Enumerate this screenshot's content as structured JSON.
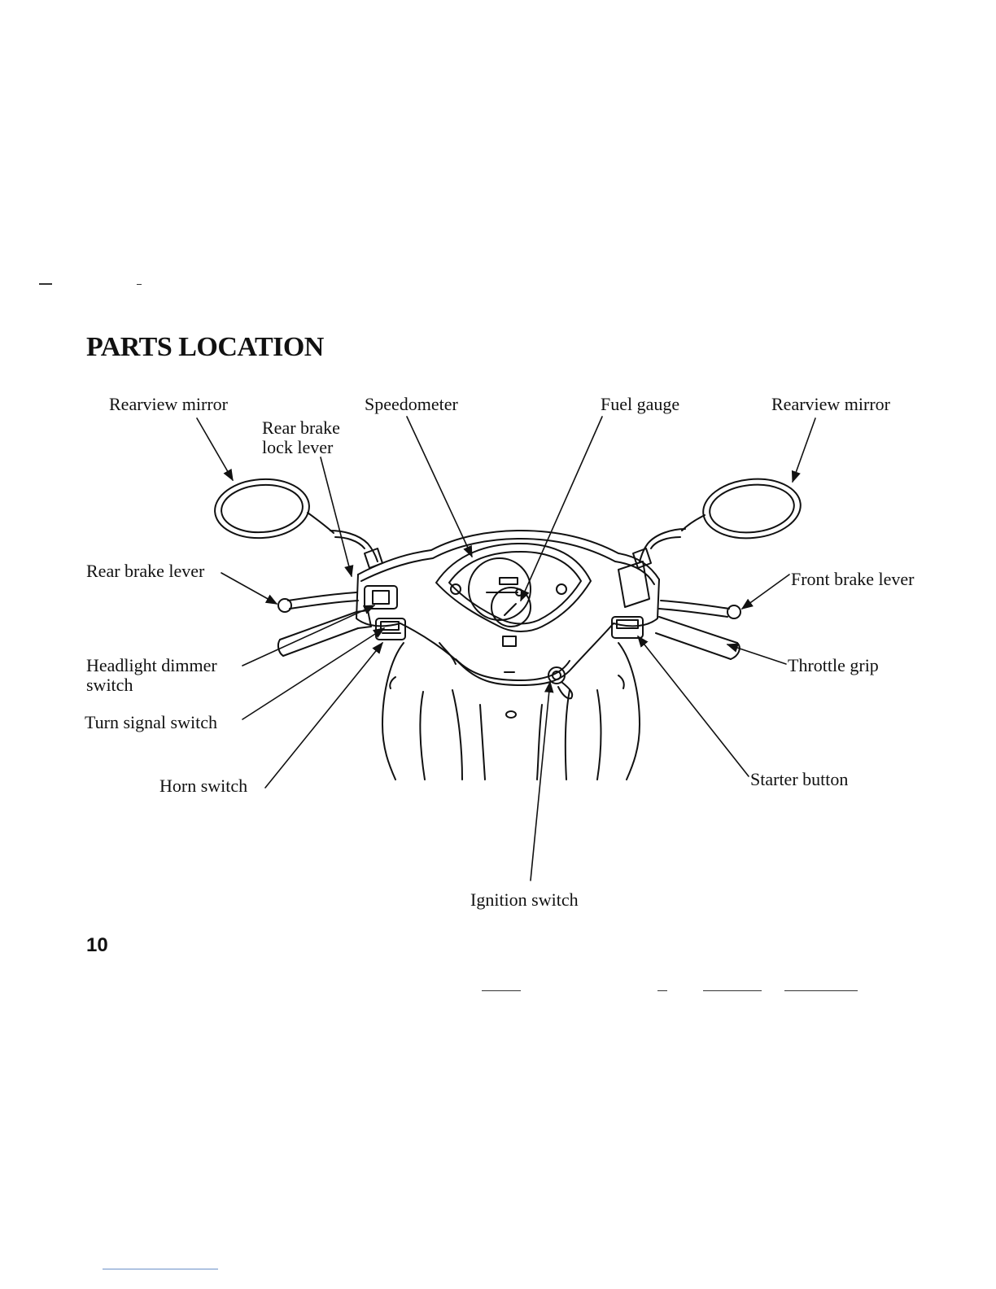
{
  "page": {
    "title": "PARTS LOCATION",
    "page_number": "10"
  },
  "labels": {
    "rearview_mirror_left": "Rearview mirror",
    "rear_brake_lock_lever": "Rear brake\nlock lever",
    "speedometer": "Speedometer",
    "fuel_gauge": "Fuel gauge",
    "rearview_mirror_right": "Rearview mirror",
    "rear_brake_lever": "Rear brake lever",
    "front_brake_lever": "Front brake lever",
    "headlight_dimmer_switch": "Headlight dimmer\nswitch",
    "throttle_grip": "Throttle grip",
    "turn_signal_switch": "Turn signal switch",
    "horn_switch": "Horn switch",
    "starter_button": "Starter button",
    "ignition_switch": "Ignition switch"
  }
}
